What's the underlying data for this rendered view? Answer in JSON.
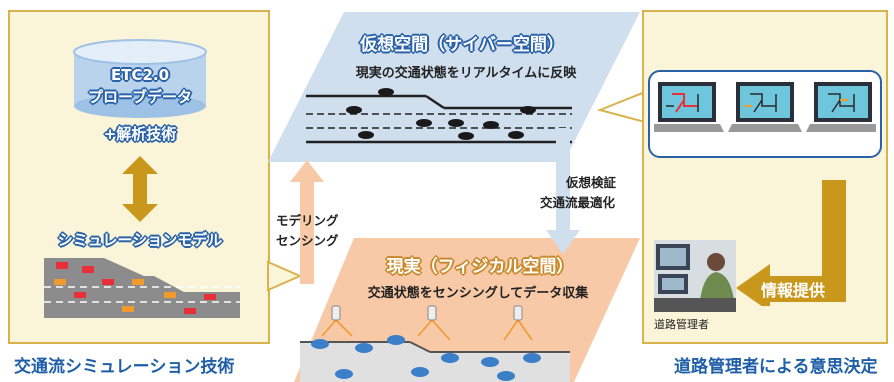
{
  "left_panel": {
    "cylinder_line1": "ETC2.0",
    "cylinder_line2": "プローブデータ",
    "analysis_label": "+解析技術",
    "model_label": "シミュレーションモデル",
    "caption": "交通流シミュレーション技術"
  },
  "cyber": {
    "title": "仮想空間（サイバー空間）",
    "subtitle": "現実の交通状態をリアルタイムに反映"
  },
  "physical": {
    "title": "現実（フィジカル空間）",
    "subtitle": "交通状態をセンシングしてデータ収集"
  },
  "arrow_labels": {
    "left_line1": "モデリング",
    "left_line2": "センシング",
    "right_line1": "仮想検証",
    "right_line2": "交通流最適化"
  },
  "right_panel": {
    "info_label": "情報提供",
    "operator_label": "道路管理者",
    "caption": "道路管理者による意思決定"
  },
  "colors": {
    "panel_fill": "#faf4d9",
    "panel_border": "#d9b24c",
    "gold_arrow": "#c9971c",
    "cyber_fill": "#cfdfee",
    "physical_fill": "#f7c9a6",
    "caption_blue": "#1f5fa8"
  }
}
